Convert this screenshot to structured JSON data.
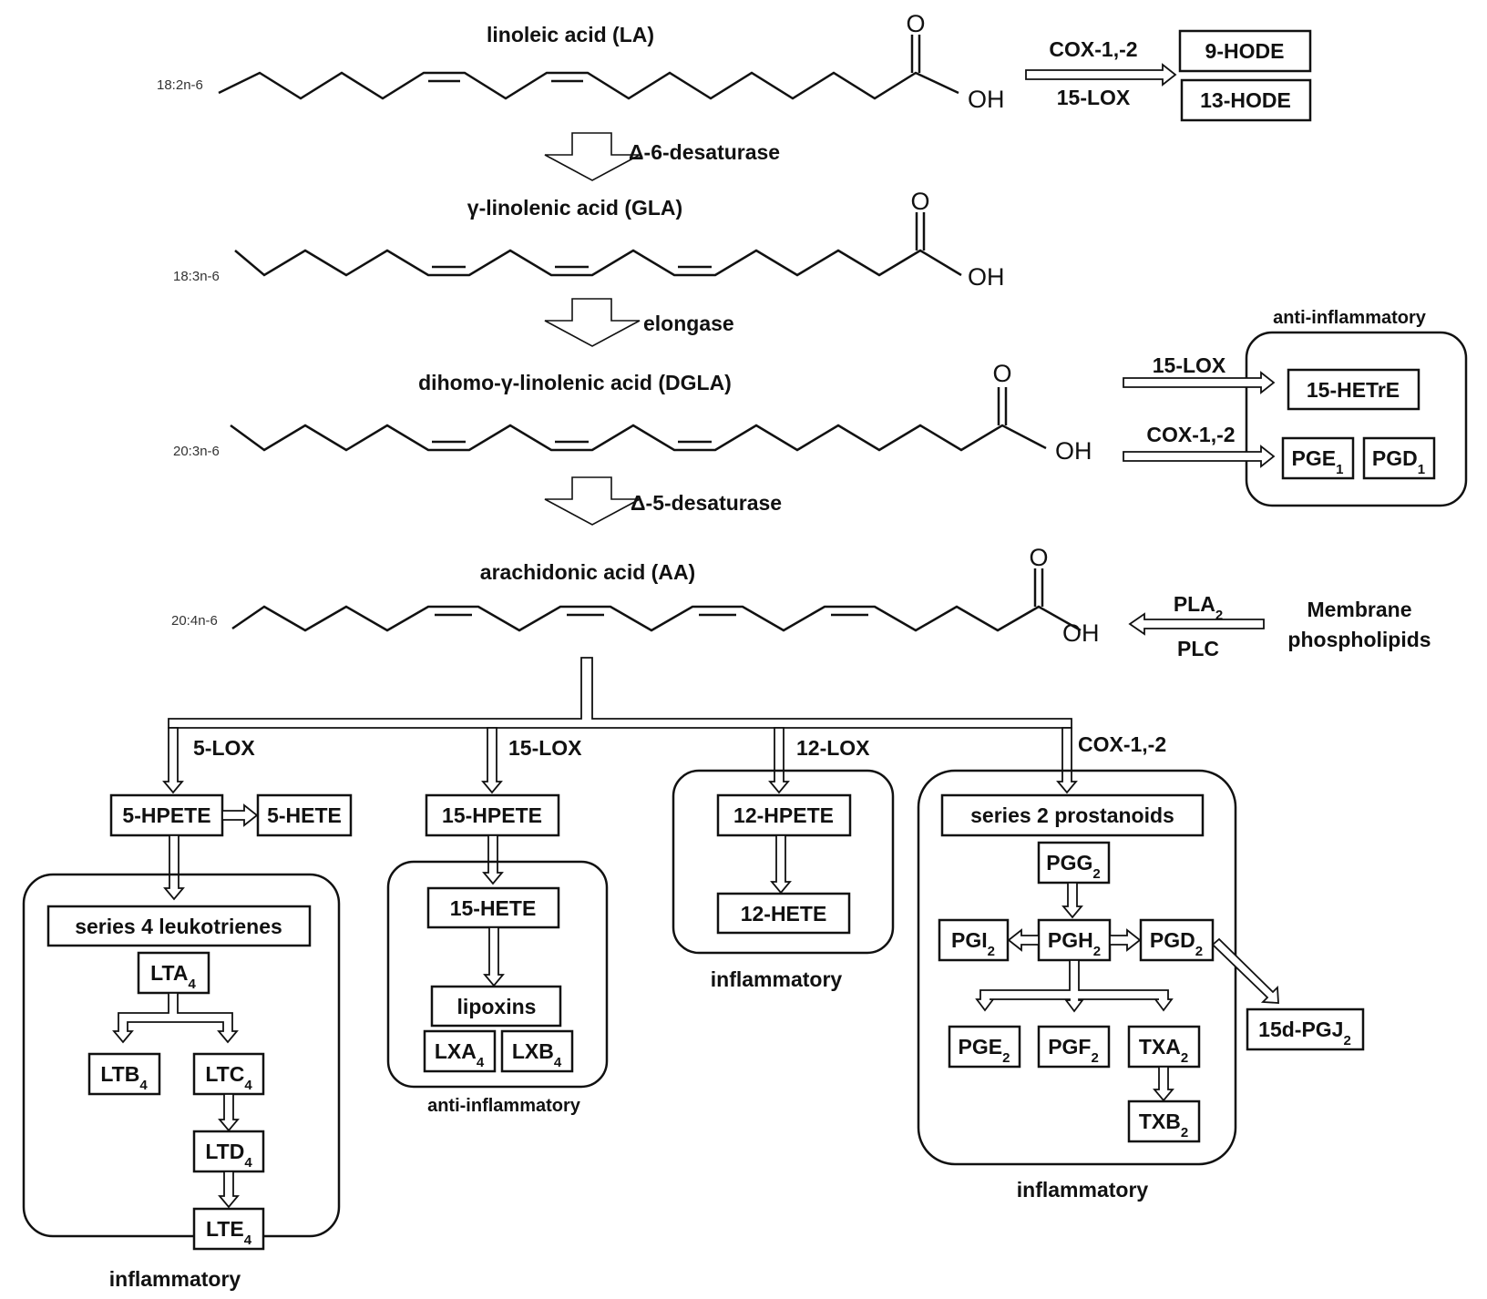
{
  "acids": {
    "la": {
      "name": "linoleic acid (LA)",
      "code": "18:2n-6"
    },
    "gla": {
      "name": "γ-linolenic acid (GLA)",
      "code": "18:3n-6"
    },
    "dgla": {
      "name": "dihomo-γ-linolenic acid (DGLA)",
      "code": "20:3n-6"
    },
    "aa": {
      "name": "arachidonic acid (AA)",
      "code": "20:4n-6"
    }
  },
  "atoms": {
    "oxygen": "O",
    "hydroxyl": "OH"
  },
  "enzymes": {
    "d6": "Δ-6-desaturase",
    "elongase": "elongase",
    "d5": "Δ-5-desaturase",
    "cox": "COX-1,-2",
    "lox15": "15-LOX",
    "lox5": "5-LOX",
    "lox12": "12-LOX",
    "pla2": "PLA",
    "pla2_sub": "2",
    "plc": "PLC"
  },
  "la_products": {
    "hode9": "9-HODE",
    "hode13": "13-HODE"
  },
  "dgla_products": {
    "label": "anti-inflammatory",
    "hetre": "15-HETrE",
    "pge1": "PGE",
    "pge1_sub": "1",
    "pgd1": "PGD",
    "pgd1_sub": "1"
  },
  "membrane": {
    "line1": "Membrane",
    "line2": "phospholipids"
  },
  "lox5_branch": {
    "hpete": "5-HPETE",
    "hete": "5-HETE",
    "group_title": "series 4 leukotrienes",
    "lta": "LTA",
    "ltb": "LTB",
    "ltc": "LTC",
    "ltd": "LTD",
    "lte": "LTE",
    "sub4": "4",
    "label": "inflammatory"
  },
  "lox15_branch": {
    "hpete": "15-HPETE",
    "hete": "15-HETE",
    "lipoxins": "lipoxins",
    "lxa": "LXA",
    "lxb": "LXB",
    "sub4": "4",
    "label": "anti-inflammatory"
  },
  "lox12_branch": {
    "hpete": "12-HPETE",
    "hete": "12-HETE",
    "label": "inflammatory"
  },
  "cox_branch": {
    "group_title": "series 2 prostanoids",
    "pgg": "PGG",
    "pgh": "PGH",
    "pgi": "PGI",
    "pgd": "PGD",
    "pge": "PGE",
    "pgf": "PGF",
    "txa": "TXA",
    "txb": "TXB",
    "pgj": "15d-PGJ",
    "sub2": "2",
    "label": "inflammatory"
  }
}
